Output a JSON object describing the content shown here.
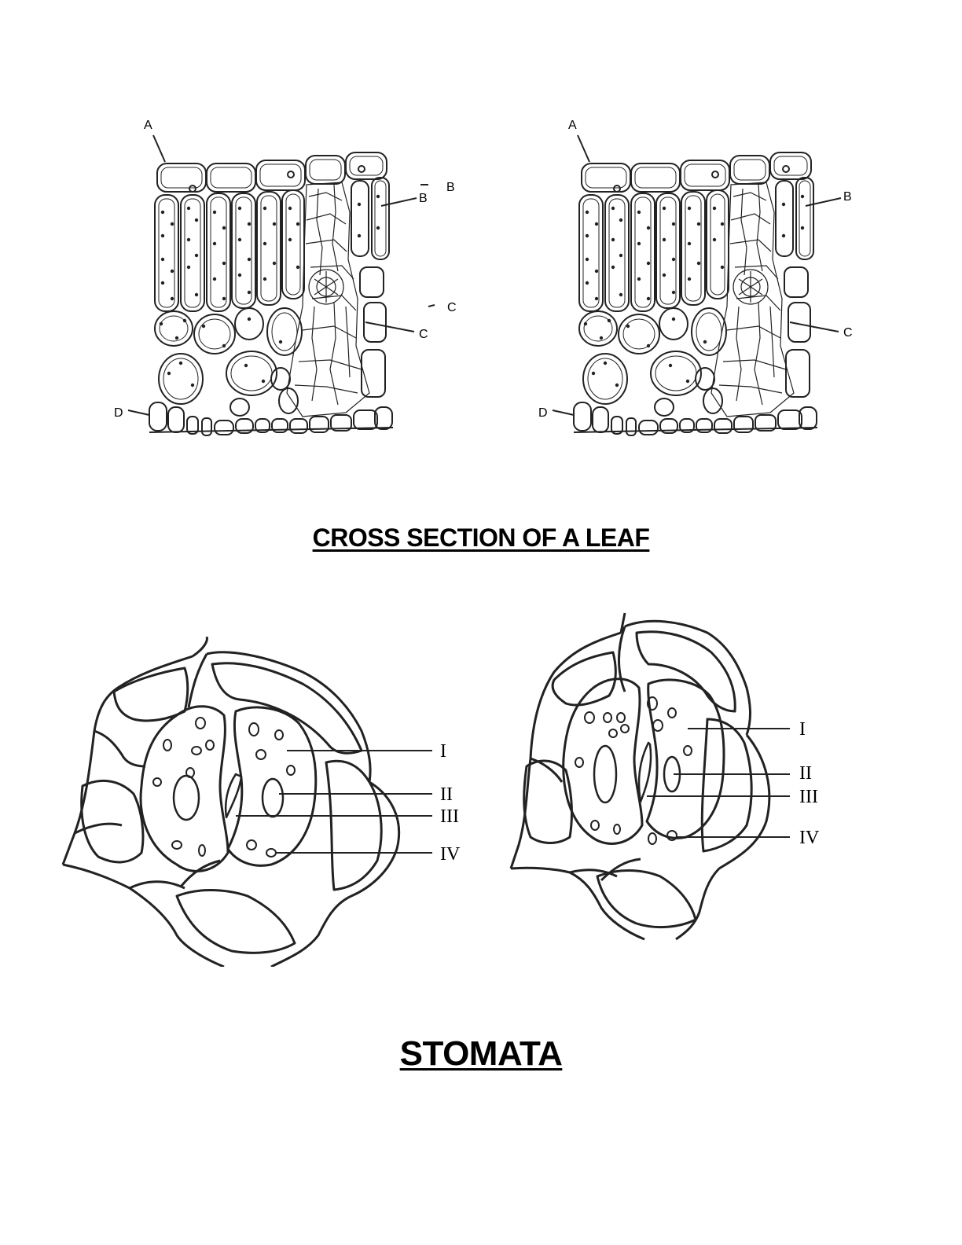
{
  "leaf_section": {
    "title": "CROSS SECTION OF A LEAF",
    "diagrams": [
      {
        "labels": {
          "a": "A",
          "b": "B",
          "b_extra": "B",
          "c": "C",
          "c_extra": "C",
          "d": "D"
        }
      },
      {
        "labels": {
          "a": "A",
          "b": "B",
          "c": "C",
          "d": "D"
        }
      }
    ]
  },
  "stomata_section": {
    "title": "STOMATA",
    "diagrams": [
      {
        "labels": {
          "i": "I",
          "ii": "II",
          "iii": "III",
          "iv": "IV"
        }
      },
      {
        "labels": {
          "i": "I",
          "ii": "II",
          "iii": "III",
          "iv": "IV"
        }
      }
    ]
  }
}
